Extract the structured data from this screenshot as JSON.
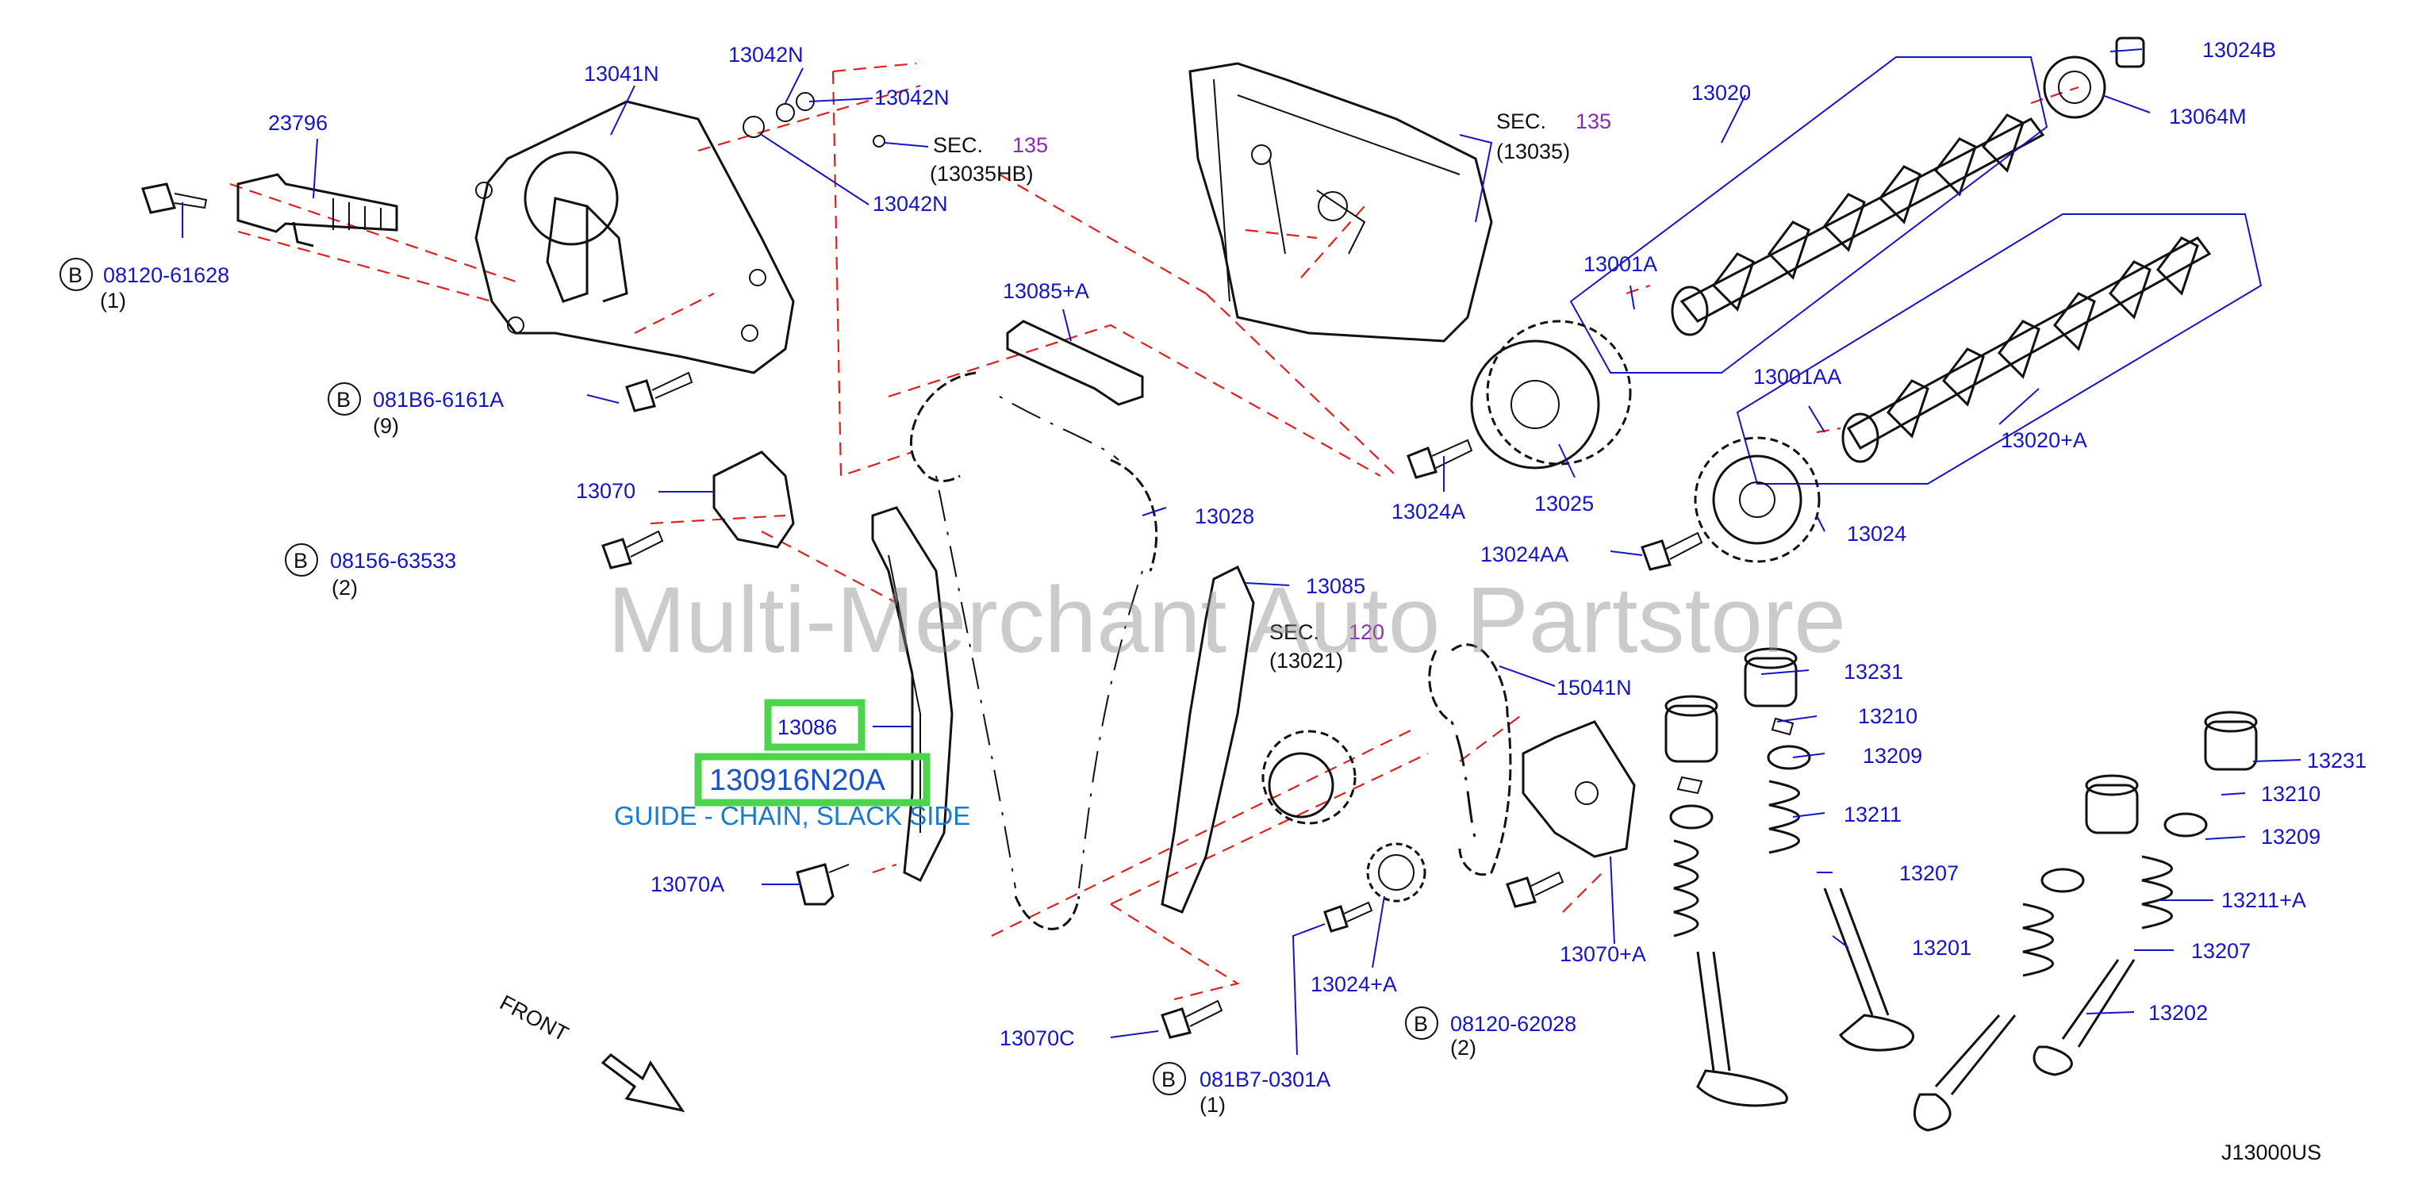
{
  "watermark": "Multi-Merchant Auto Partstore",
  "diagram_code": "J13000US",
  "front_label": "FRONT",
  "highlight": {
    "part_number": "13086",
    "oem_number": "130916N20A",
    "description": "GUIDE - CHAIN, SLACK SIDE",
    "box_color": "#4cd44c"
  },
  "sections": [
    {
      "prefix": "SEC.",
      "num": "135",
      "ref": "(13035HB)"
    },
    {
      "prefix": "SEC.",
      "num": "135",
      "ref": "(13035)"
    },
    {
      "prefix": "SEC.",
      "num": "120",
      "ref": "(13021)"
    }
  ],
  "callouts": [
    "13041N",
    "13042N",
    "13042N",
    "13042N",
    "23796",
    "13020",
    "13024B",
    "13064M",
    "13001A",
    "13001AA",
    "13020+A",
    "13085+A",
    "13070",
    "13028",
    "13024A",
    "13025",
    "13024AA",
    "13024",
    "13085",
    "15041N",
    "13231",
    "13210",
    "13209",
    "13211",
    "13207",
    "13201",
    "13231",
    "13210",
    "13209",
    "13211+A",
    "13207",
    "13202",
    "13070A",
    "13070C",
    "13024+A",
    "13070+A"
  ],
  "bolts": [
    {
      "code": "08120-61628",
      "qty": "(1)"
    },
    {
      "code": "081B6-6161A",
      "qty": "(9)"
    },
    {
      "code": "08156-63533",
      "qty": "(2)"
    },
    {
      "code": "08120-62028",
      "qty": "(2)"
    },
    {
      "code": "081B7-0301A",
      "qty": "(1)"
    }
  ],
  "bolt_badge": "B",
  "colors": {
    "label": "#1515c8",
    "section_num": "#8a2bb0",
    "dash": "#e02020",
    "description": "#1a7ad0"
  }
}
